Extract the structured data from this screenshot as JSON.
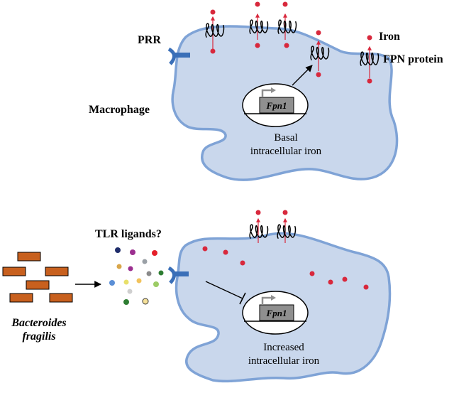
{
  "labels": {
    "prr": "PRR",
    "iron": "Iron",
    "fpn_protein": "FPN protein",
    "macrophage": "Macrophage",
    "gene": "Fpn1",
    "basal_line1": "Basal",
    "basal_line2": "intracellular iron",
    "tlr": "TLR ligands?",
    "bacteria_line1": "Bacteroides",
    "bacteria_line2": "fragilis",
    "increased_line1": "Increased",
    "increased_line2": "intracellular iron"
  },
  "colors": {
    "cell_fill": "#c9d7ec",
    "cell_stroke": "#7fa3d6",
    "receptor": "#3a6fb8",
    "iron": "#d8283c",
    "bacteria_fill": "#c8601e",
    "gene_box": "#8f8f8f"
  },
  "panels": [
    {
      "name": "top",
      "state": "basal",
      "fpn_arrow": "activation"
    },
    {
      "name": "bottom",
      "state": "increased",
      "fpn_arrow": "inhibition"
    }
  ]
}
